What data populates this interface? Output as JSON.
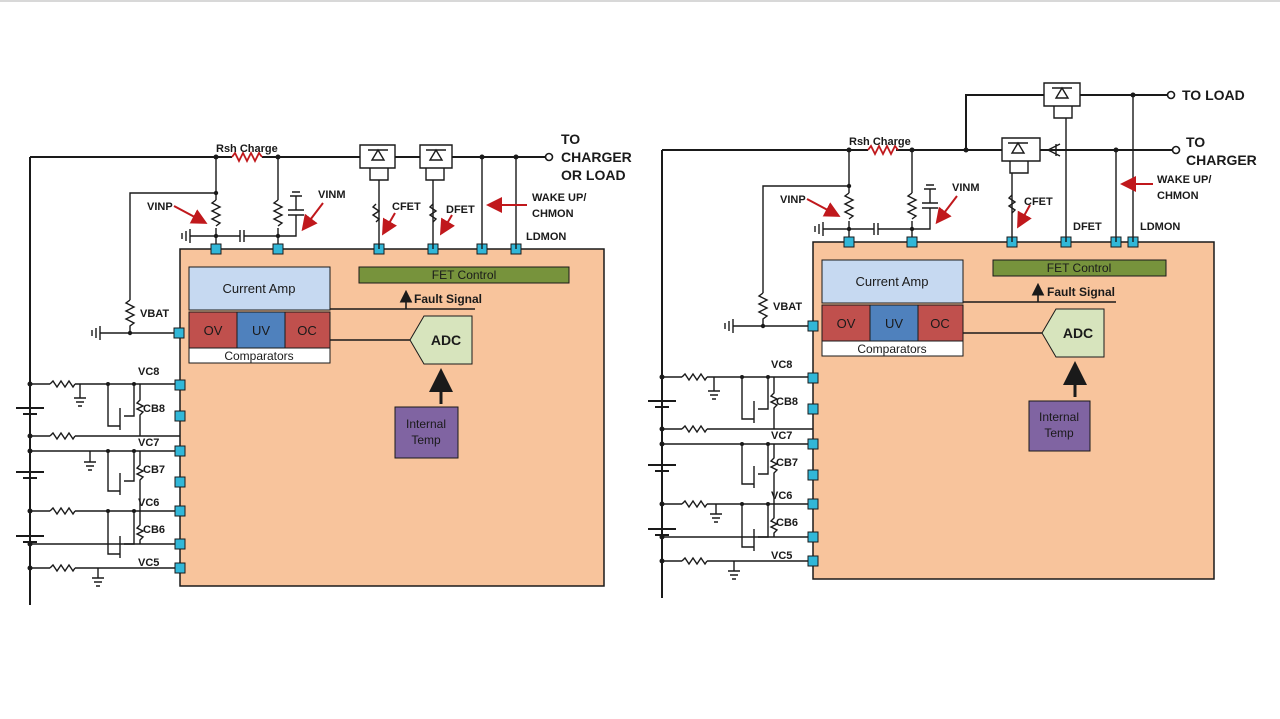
{
  "left": {
    "rsh_label": "Rsh Charge",
    "vinp": "VINP",
    "vinm": "VINM",
    "cfet": "CFET",
    "dfet": "DFET",
    "wake": "WAKE UP/",
    "chmon": "CHMON",
    "ldmon": "LDMON",
    "to": "TO",
    "charger": "CHARGER",
    "orload": "OR LOAD",
    "vbat": "VBAT",
    "current_amp": "Current Amp",
    "ov": "OV",
    "uv": "UV",
    "oc": "OC",
    "comparators": "Comparators",
    "fet_control": "FET Control",
    "fault": "Fault Signal",
    "adc": "ADC",
    "internal": "Internal",
    "temp": "Temp",
    "vc8": "VC8",
    "cb8": "CB8",
    "vc7": "VC7",
    "cb7": "CB7",
    "vc6": "VC6",
    "cb6": "CB6",
    "vc5": "VC5"
  },
  "right": {
    "rsh_label": "Rsh Charge",
    "vinp": "VINP",
    "vinm": "VINM",
    "cfet": "CFET",
    "dfet": "DFET",
    "wake": "WAKE UP/",
    "chmon": "CHMON",
    "ldmon": "LDMON",
    "to_load": "TO LOAD",
    "to": "TO",
    "charger": "CHARGER",
    "vbat": "VBAT",
    "current_amp": "Current Amp",
    "ov": "OV",
    "uv": "UV",
    "oc": "OC",
    "comparators": "Comparators",
    "fet_control": "FET Control",
    "fault": "Fault Signal",
    "adc": "ADC",
    "internal": "Internal",
    "temp": "Temp",
    "vc8": "VC8",
    "cb8": "CB8",
    "vc7": "VC7",
    "cb7": "CB7",
    "vc6": "VC6",
    "cb6": "CB6",
    "vc5": "VC5"
  },
  "colors": {
    "chip": "#f8c49c",
    "current_amp": "#c6d9f1",
    "ov_oc": "#c0504d",
    "uv": "#4f81bd",
    "fet_control": "#77933c",
    "adc": "#d7e4bd",
    "internal_temp": "#8064a2",
    "pin": "#31b7d8",
    "arrow": "#c0181c"
  }
}
